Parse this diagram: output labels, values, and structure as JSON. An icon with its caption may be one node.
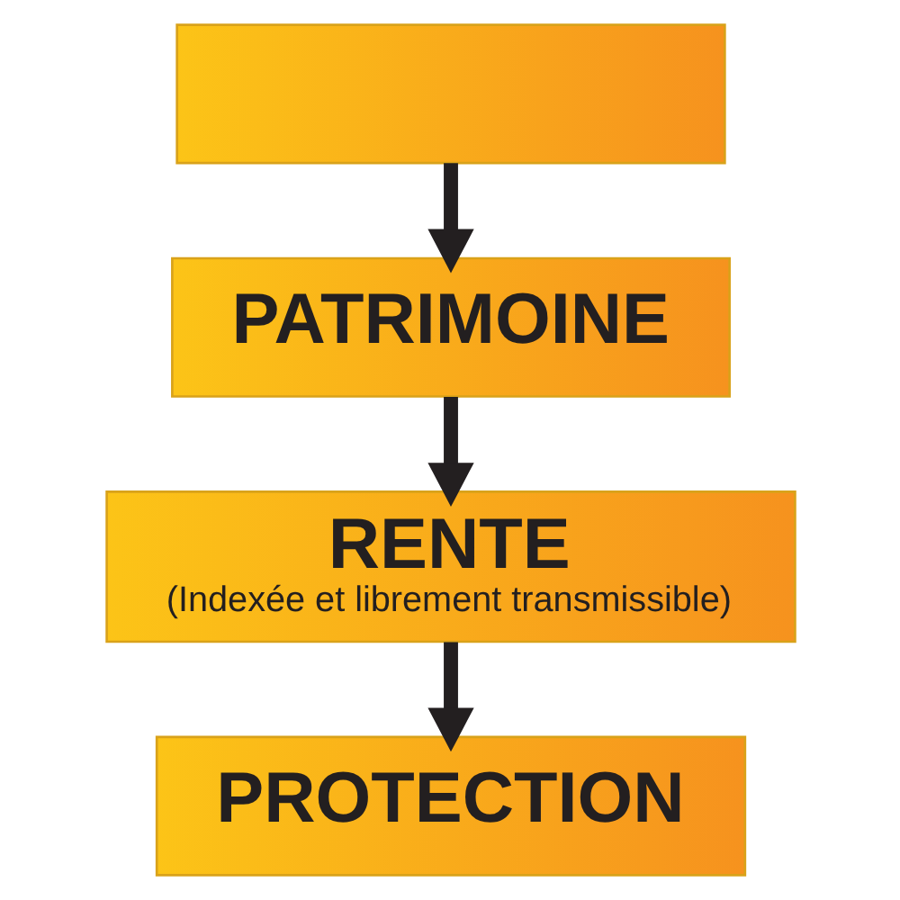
{
  "diagram": {
    "nodes": [
      {
        "text": [],
        "shape": "box"
      },
      {
        "text": [
          "PATRIMOINE"
        ]
      },
      {
        "text": [
          "RENTE",
          "(Indexée et librement transmissible)"
        ]
      },
      {
        "text": [
          "PROTECTION"
        ]
      }
    ],
    "edges": [
      {
        "from": 0,
        "to": 1,
        "arrow": "to"
      },
      {
        "from": 1,
        "to": 2,
        "arrow": "to"
      },
      {
        "from": 2,
        "to": 3,
        "arrow": "to"
      }
    ]
  }
}
